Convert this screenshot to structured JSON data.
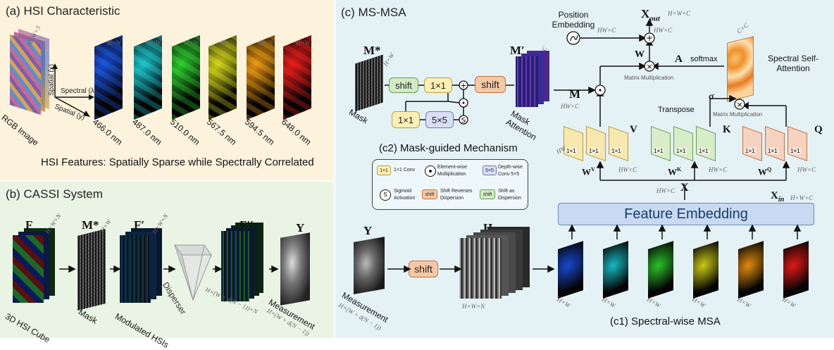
{
  "colors": {
    "panel_a_bg": "#fdf2dc",
    "panel_b_bg": "#e9f4e4",
    "panel_c_bg": "#e4f2f6",
    "shift_green": "#d3ecc4",
    "shift_orange": "#f6c9a6",
    "conv_yellow": "#fcefb6",
    "conv_blue": "#d9def8",
    "embed_blue": "#c8daf1",
    "v_yellow": "#f7e8b0",
    "k_green": "#d8ecc8",
    "q_orange": "#f6d2c0"
  },
  "panel_a": {
    "title": "(a) HSI Characteristic",
    "rgb_label": "RGB Image",
    "rgb_dim": "H×W×3",
    "axis_x": "Spatial (x)",
    "axis_y": "Spatial (y)",
    "axis_l": "Spectral (λ)",
    "hw": "H×W",
    "bands": [
      {
        "nm": "466.0 nm",
        "color": "#1848d0"
      },
      {
        "nm": "487.0 nm",
        "color": "#18b8c0"
      },
      {
        "nm": "510.0 nm",
        "color": "#28c028"
      },
      {
        "nm": "567.5 nm",
        "color": "#c8c818"
      },
      {
        "nm": "594.5 nm",
        "color": "#e08a10"
      },
      {
        "nm": "648.0 nm",
        "color": "#e01818"
      }
    ],
    "features": "HSI Features: Spatially Sparse while Spectrally Correlated"
  },
  "panel_b": {
    "title": "(b) CASSI System",
    "F": "F",
    "F_dim": "H×W×N",
    "F_label": "3D HSI Cube",
    "M": "M*",
    "M_dim": "H×W",
    "M_label": "Mask",
    "Fp": "F′",
    "Fp_dim": "H×W×N",
    "Fp_label": "Modulated HSIs",
    "disperser": "Disperser",
    "Fpp": "F′′",
    "Fpp_dim": "H×(W + d(N − 1))×N",
    "Y": "Y",
    "Y_label": "Measurement",
    "Y_dim": "H×(W + d(N − 1))"
  },
  "panel_c": {
    "title": "(c) MS-MSA",
    "c2_title": "(c2) Mask-guided Mechanism",
    "c1_title": "(c1) Spectral-wise MSA",
    "M_star": "M*",
    "mask_dim": "H×W",
    "mask": "Mask",
    "shift": "shift",
    "conv1": "1×1",
    "conv5": "5×5",
    "sig": "S",
    "M_prime": "M′",
    "M_prime_dim": "H×W×C",
    "mask_attention": "Mask Attention",
    "M": "M",
    "M_dim": "HW×C",
    "position_embedding": "Position Embedding",
    "X_out": "X",
    "X_out_sub": "out",
    "X_out_dim": "H×W×C",
    "hwc": "HW×C",
    "W": "W",
    "A": "A",
    "softmax": "softmax",
    "cxc": "C×C",
    "spectral_sa": "Spectral Self-Attention",
    "matmul": "Matrix Multiplication",
    "sigma": "σ",
    "transpose": "Transpose",
    "V": "V",
    "K": "K",
    "Q": "Q",
    "Wv": "W",
    "Wv_sup": "V",
    "Wk": "W",
    "Wk_sup": "K",
    "Wq": "W",
    "Wq_sup": "Q",
    "hw_small": "HW",
    "X": "X",
    "X_in": "X",
    "X_in_sub": "in",
    "X_in_dim": "H×W×C",
    "feature_embedding": "Feature Embedding",
    "Y": "Y",
    "H": "H",
    "H_dim": "H×W×N",
    "measurement": "Measurement",
    "meas_dim": "H×(W + d(N − 1))",
    "hw": "H×W"
  },
  "legend": {
    "conv1_icon": "1×1",
    "conv1_text": "1×1 Conv",
    "ew_text": "Element-wise Multiplication",
    "conv5_icon": "5×5",
    "conv5_text": "Depth-wise Conv 5×5",
    "sig_icon": "S",
    "sig_text": "Sigmoid Activation",
    "shiftr_icon": "shift",
    "shiftr_text": "Shift Reverses Dispersion",
    "shiftd_icon": "shift",
    "shiftd_text": "Shift as Dispersion"
  }
}
